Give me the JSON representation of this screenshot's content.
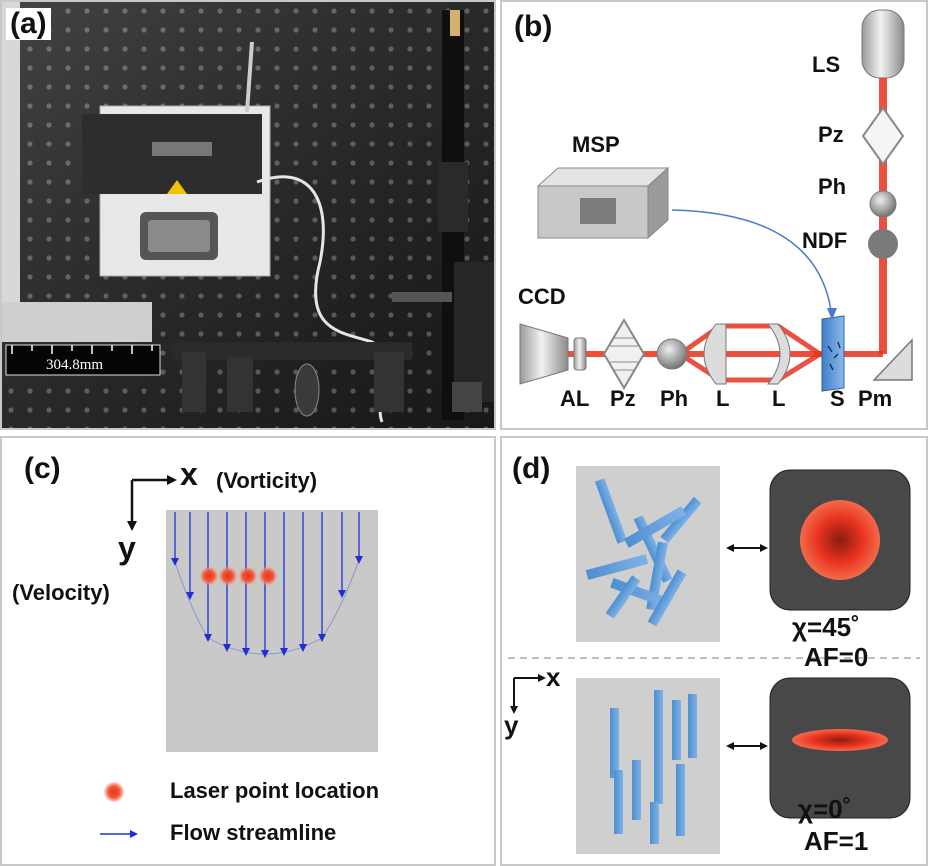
{
  "panels": {
    "a": {
      "label": "(a)",
      "scale_bar_text": "304.8mm"
    },
    "b": {
      "label": "(b)",
      "components": {
        "ls": "LS",
        "pz_top": "Pz",
        "ph_top": "Ph",
        "ndf": "NDF",
        "msp": "MSP",
        "ccd": "CCD",
        "al": "AL",
        "pz_bottom": "Pz",
        "ph_bottom": "Ph",
        "l1": "L",
        "l2": "L",
        "s": "S",
        "pm": "Pm"
      }
    },
    "c": {
      "label": "(c)",
      "axis_x": "x",
      "axis_x_desc": "(Vorticity)",
      "axis_y": "y",
      "axis_y_desc": "(Velocity)",
      "legend": {
        "laser": "Laser point location",
        "flow": "Flow streamline"
      }
    },
    "d": {
      "label": "(d)",
      "axis_x": "x",
      "axis_y": "y",
      "top": {
        "chi": "χ=45˚",
        "af": "AF=0"
      },
      "bottom": {
        "chi": "χ=0˚",
        "af": "AF=1"
      }
    }
  },
  "colors": {
    "laser_red": "#e8321e",
    "flow_blue": "#1f2fd6",
    "rod_blue": "#5b9bd5",
    "panel_gray": "#c9c9c9",
    "detector_dark": "#484848"
  }
}
